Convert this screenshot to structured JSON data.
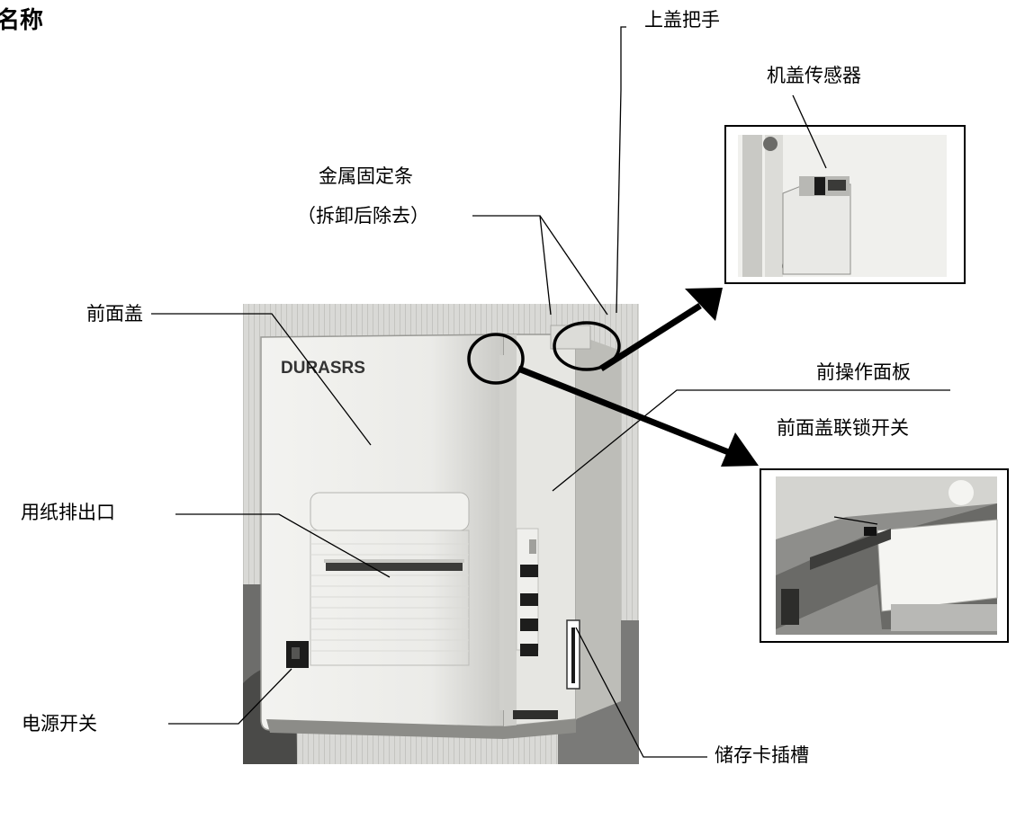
{
  "title": "名称",
  "labels": {
    "top_cover_handle": "上盖把手",
    "cover_sensor": "机盖传感器",
    "metal_bracket": "金属固定条",
    "metal_bracket_note": "（拆卸后除去）",
    "front_cover": "前面盖",
    "front_panel": "前操作面板",
    "front_cover_interlock": "前面盖联锁开关",
    "paper_exit": "用纸排出口",
    "power_switch": "电源开关",
    "memory_card_slot": "储存卡插槽"
  },
  "product_logo": "DURASRS",
  "panel_buttons": 4
}
